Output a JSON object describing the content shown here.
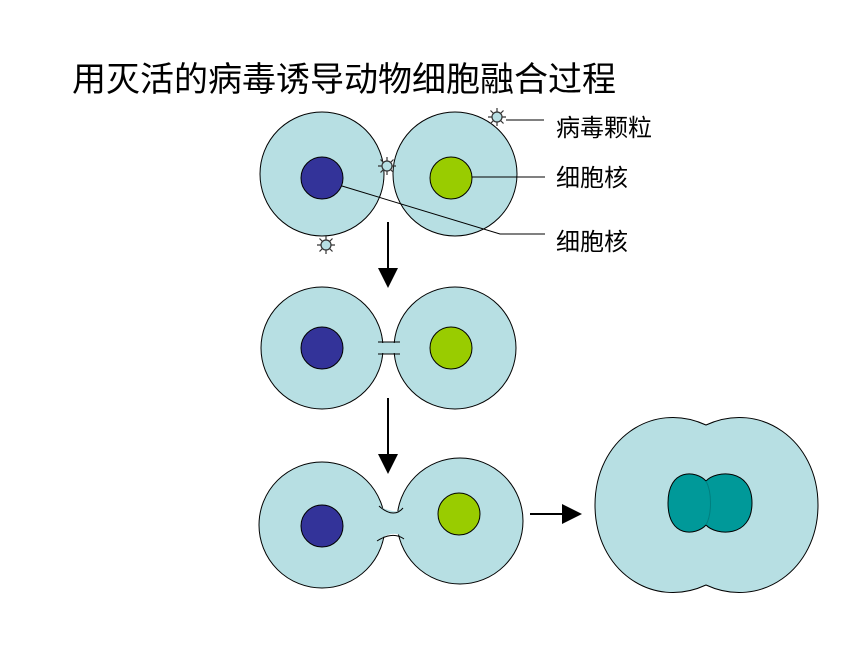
{
  "title": "用灭活的病毒诱导动物细胞融合过程",
  "labels": {
    "virus": "病毒颗粒",
    "nucleus_1": "细胞核",
    "nucleus_2": "细胞核"
  },
  "colors": {
    "cytoplasm": "#b7dfe3",
    "nucleus_a": "#333399",
    "nucleus_b": "#99cc00",
    "fused_nucleus": "#009999",
    "outline": "#000000"
  }
}
